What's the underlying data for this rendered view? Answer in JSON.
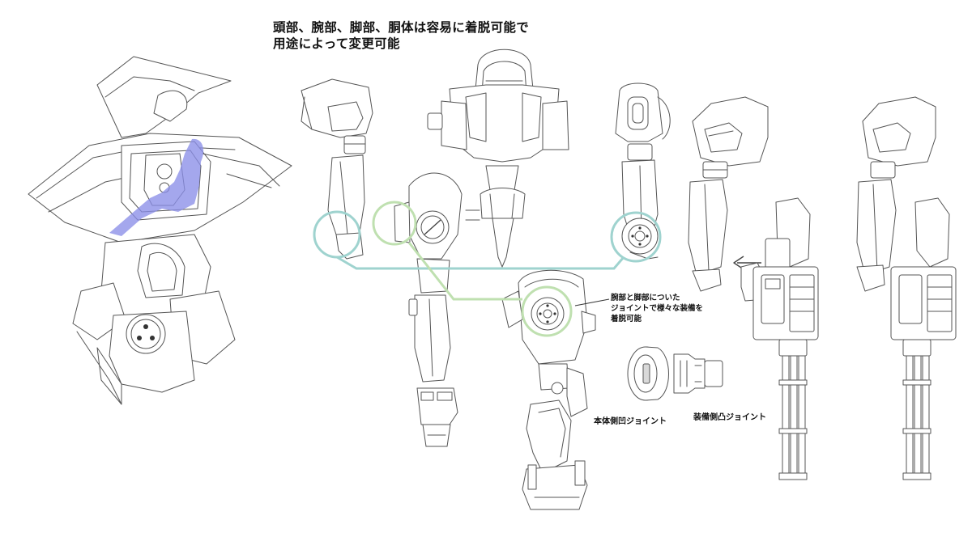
{
  "title": {
    "line1": "頭部、腕部、脚部、胴体は容易に着脱可能で",
    "line2": "用途によって変更可能"
  },
  "annotation": {
    "line1": "腕部と脚部についた",
    "line2": "ジョイントで様々な装備を",
    "line3": "着脱可能"
  },
  "labels": {
    "body_joint": "本体側凹ジョイント",
    "equipment_joint": "装備側凸ジョイント"
  },
  "colors": {
    "cyan_link": "#9fd3cf",
    "green_link": "#bfe0b0",
    "pilot": "#8b8ee8",
    "line": "#555555"
  }
}
